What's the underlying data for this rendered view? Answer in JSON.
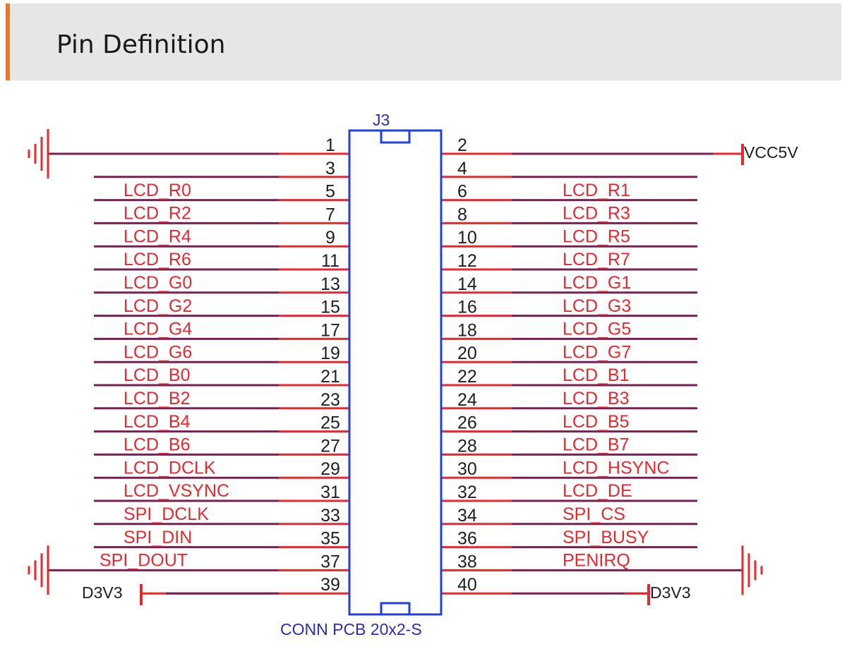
{
  "header": {
    "title": "Pin Definition"
  },
  "schematic": {
    "ref": "J3",
    "part": "CONN PCB 20x2-S",
    "power": {
      "vcc": "VCC5V",
      "d3v3_left": "D3V3",
      "d3v3_right": "D3V3"
    },
    "colors": {
      "pin": "#e8282e",
      "wire": "#7a1f52",
      "body": "#1f3fe0",
      "text": "#1e1e1e",
      "ground": "#e8282e"
    },
    "rows": [
      {
        "l": "1",
        "ln": "",
        "r": "2",
        "rn": ""
      },
      {
        "l": "3",
        "ln": "LCD_R0",
        "r": "4",
        "rn": "LCD_R1"
      },
      {
        "l": "5",
        "ln": "LCD_R2",
        "r": "6",
        "rn": "LCD_R3"
      },
      {
        "l": "7",
        "ln": "LCD_R4",
        "r": "8",
        "rn": "LCD_R5"
      },
      {
        "l": "9",
        "ln": "LCD_R6",
        "r": "10",
        "rn": "LCD_R7"
      },
      {
        "l": "11",
        "ln": "LCD_G0",
        "r": "12",
        "rn": "LCD_G1"
      },
      {
        "l": "13",
        "ln": "LCD_G2",
        "r": "14",
        "rn": "LCD_G3"
      },
      {
        "l": "15",
        "ln": "LCD_G4",
        "r": "16",
        "rn": "LCD_G5"
      },
      {
        "l": "17",
        "ln": "LCD_G6",
        "r": "18",
        "rn": "LCD_G7"
      },
      {
        "l": "19",
        "ln": "LCD_B0",
        "r": "20",
        "rn": "LCD_B1"
      },
      {
        "l": "21",
        "ln": "LCD_B2",
        "r": "22",
        "rn": "LCD_B3"
      },
      {
        "l": "23",
        "ln": "LCD_B4",
        "r": "24",
        "rn": "LCD_B5"
      },
      {
        "l": "25",
        "ln": "LCD_B6",
        "r": "26",
        "rn": "LCD_B7"
      },
      {
        "l": "27",
        "ln": "LCD_DCLK",
        "r": "28",
        "rn": "LCD_HSYNC"
      },
      {
        "l": "29",
        "ln": "LCD_VSYNC",
        "r": "30",
        "rn": "LCD_DE"
      },
      {
        "l": "31",
        "ln": "SPI_DCLK",
        "r": "32",
        "rn": "SPI_CS"
      },
      {
        "l": "33",
        "ln": "SPI_DIN",
        "r": "34",
        "rn": "SPI_BUSY"
      },
      {
        "l": "35",
        "ln": "SPI_DOUT",
        "r": "36",
        "rn": "PENIRQ"
      },
      {
        "l": "37",
        "ln": "",
        "r": "38",
        "rn": ""
      },
      {
        "l": "39",
        "ln": "",
        "r": "40",
        "rn": ""
      }
    ]
  }
}
